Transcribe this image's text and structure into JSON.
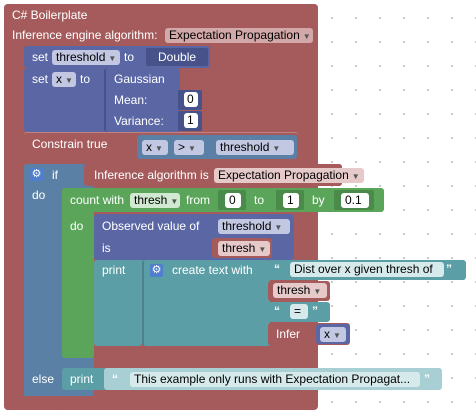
{
  "title": "C# Boilerplate",
  "infer_algo": {
    "label": "Inference engine algorithm:",
    "value": "Expectation Propagation"
  },
  "set1": {
    "kw_set": "set",
    "var": "threshold",
    "kw_to": "to",
    "type": "Double"
  },
  "set2": {
    "kw_set": "set",
    "var": "x",
    "kw_to": "to",
    "dist": "Gaussian",
    "mean_label": "Mean:",
    "mean": "0",
    "var_label": "Variance:",
    "variance": "1"
  },
  "constrain": {
    "label": "Constrain true",
    "left": "x",
    "op": ">",
    "right": "threshold"
  },
  "if_block": {
    "kw_if": "if",
    "kw_do": "do",
    "kw_else": "else",
    "condition": {
      "label": "Inference algorithm is",
      "value": "Expectation Propagation"
    },
    "loop": {
      "kw_count": "count with",
      "var": "thresh",
      "kw_from": "from",
      "from": "0",
      "kw_to": "to",
      "to": "1",
      "kw_by": "by",
      "by": "0.1",
      "kw_do": "do"
    },
    "observe": {
      "label": "Observed value of",
      "var": "threshold",
      "kw_is": "is",
      "value": "thresh"
    },
    "print1": {
      "kw_print": "print",
      "create_text": "create text with",
      "text1": "Dist over x given thresh of",
      "var": "thresh",
      "text2": "=",
      "infer": "Infer",
      "infer_var": "x"
    },
    "print2": {
      "kw_print": "print",
      "text": "This example only runs with Expectation Propagat..."
    }
  },
  "colors": {
    "procedure": "#a55b5b",
    "variables": "#5b67a5",
    "text": "#5b9ea5",
    "loops": "#5ba55b",
    "logic": "#5b80a5"
  }
}
